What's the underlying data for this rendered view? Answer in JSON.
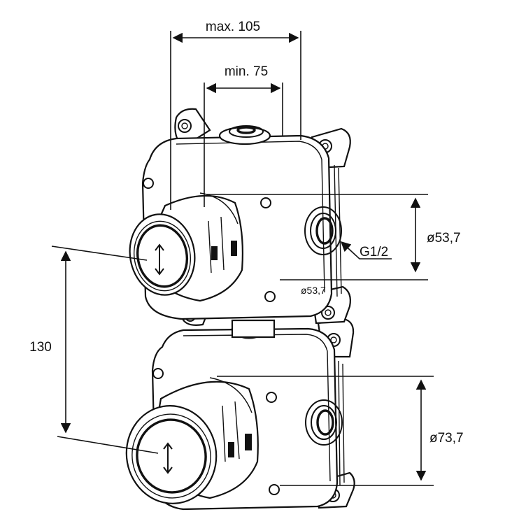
{
  "dimensions": {
    "max_width": "max. 105",
    "min_width": "min. 75",
    "height": "130",
    "thread": "G1/2",
    "upper_diameter": "ø53,7",
    "upper_diameter_inner": "ø53,7",
    "lower_diameter": "ø73,7"
  },
  "icons": {
    "upper_knob": "up-down-arrow-icon",
    "lower_knob": "up-down-arrow-icon"
  }
}
